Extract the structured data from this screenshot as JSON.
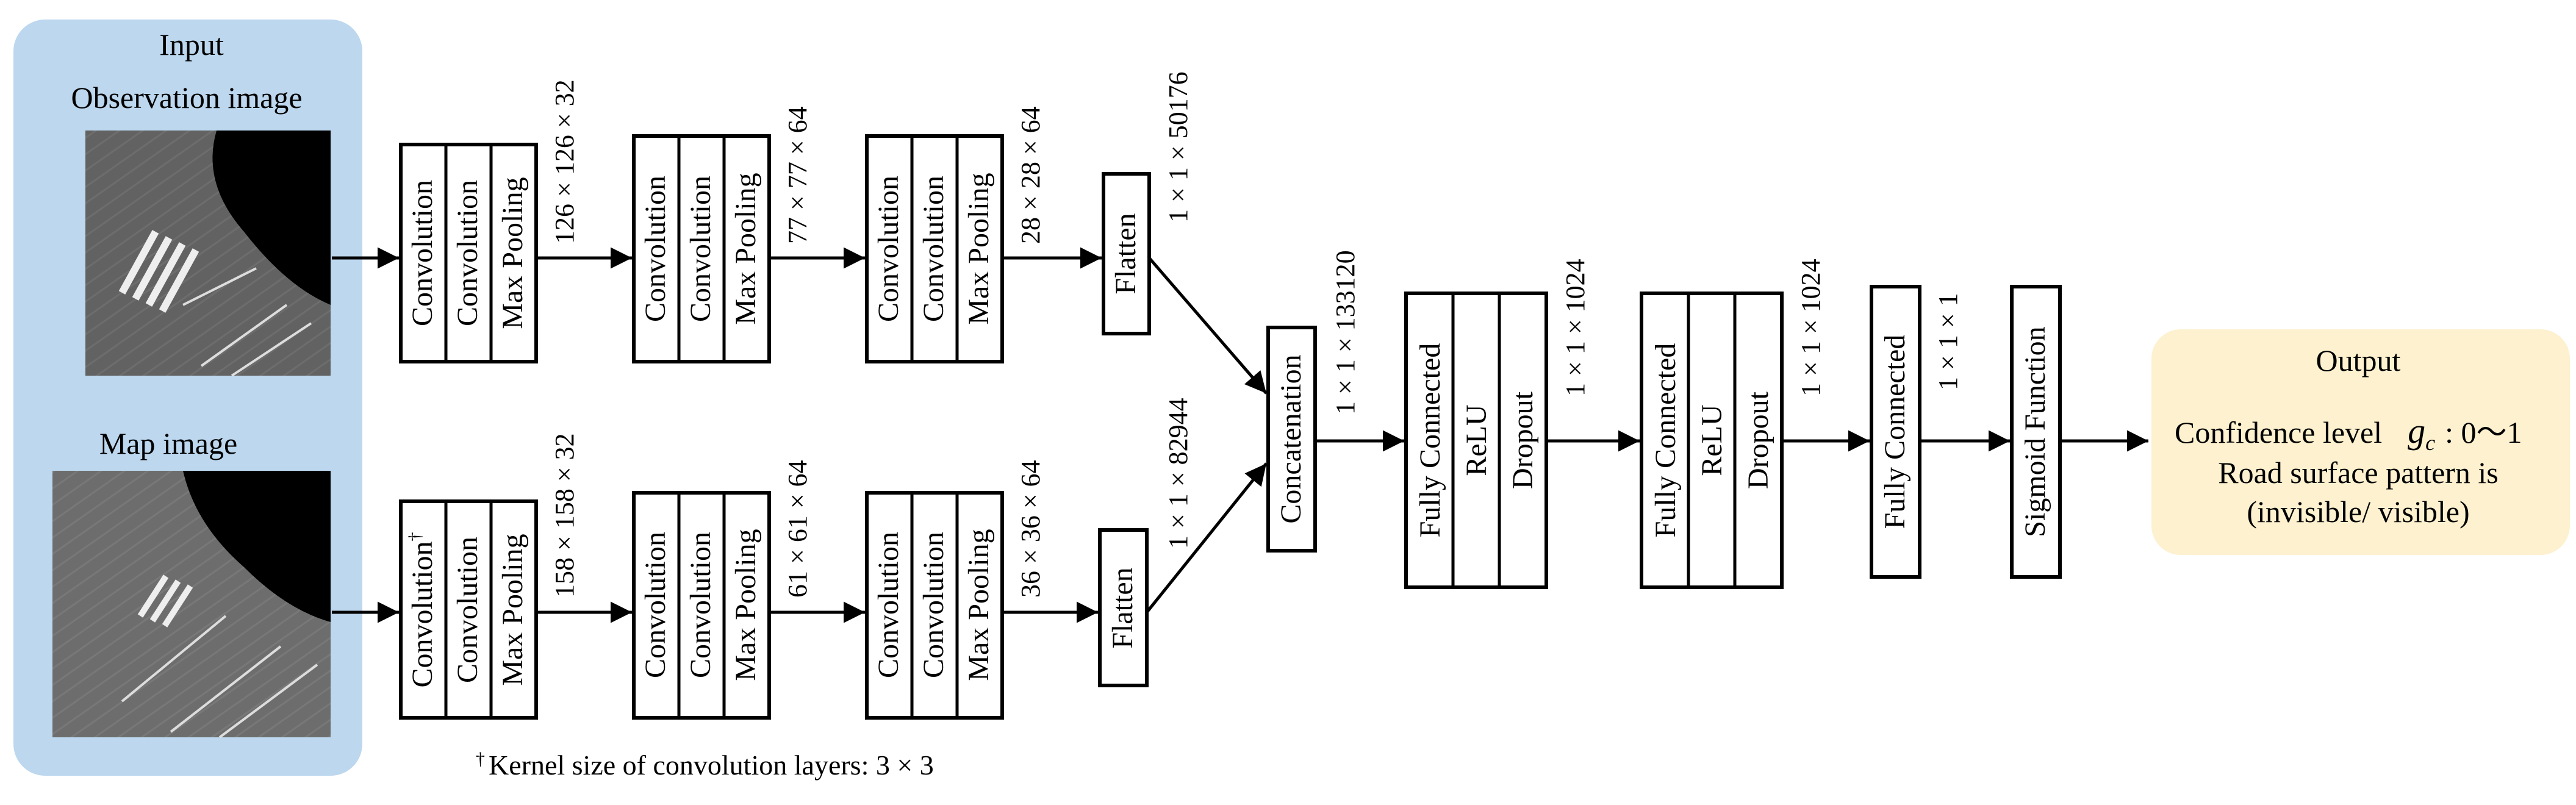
{
  "input_panel": {
    "title": "Input",
    "observation_label": "Observation image",
    "map_label": "Map image",
    "panel_color": "#bcd7ee"
  },
  "output_panel": {
    "title": "Output",
    "confidence_text": "Confidence level",
    "symbol": "g",
    "symbol_sub": "c",
    "range": ": 0～1",
    "line2": "Road surface pattern is",
    "line3": "(invisible/ visible)",
    "panel_color": "#fdf1cf"
  },
  "branch_top": {
    "block1": [
      "Convolution",
      "Convolution",
      "Max Pooling"
    ],
    "dim1": "126 × 126 × 32",
    "block2": [
      "Convolution",
      "Convolution",
      "Max Pooling"
    ],
    "dim2": "77 × 77 × 64",
    "block3": [
      "Convolution",
      "Convolution",
      "Max Pooling"
    ],
    "dim3": "28 × 28 × 64",
    "flatten": "Flatten",
    "dim4": "1 × 1 × 50176"
  },
  "branch_bottom": {
    "block1": [
      "Convolution",
      "Convolution",
      "Max Pooling"
    ],
    "block1_mark": "†",
    "dim1": "158 × 158 × 32",
    "block2": [
      "Convolution",
      "Convolution",
      "Max Pooling"
    ],
    "dim2": "61 × 61 × 64",
    "block3": [
      "Convolution",
      "Convolution",
      "Max Pooling"
    ],
    "dim3": "36 × 36 × 64",
    "flatten": "Flatten",
    "dim4": "1 × 1 × 82944"
  },
  "concat": {
    "label": "Concatenation",
    "dim": "1 × 1 × 133120"
  },
  "fc1": {
    "layers": [
      "Fully Connected",
      "ReLU",
      "Dropout"
    ],
    "dim": "1 × 1 × 1024"
  },
  "fc2": {
    "layers": [
      "Fully Connected",
      "ReLU",
      "Dropout"
    ],
    "dim": "1 × 1 × 1024"
  },
  "fc3": {
    "label": "Fully Connected",
    "dim": "1 × 1 × 1"
  },
  "sigmoid": {
    "label": "Sigmoid Function"
  },
  "footnote": {
    "mark": "†",
    "text": "Kernel size of convolution layers: 3 × 3"
  }
}
